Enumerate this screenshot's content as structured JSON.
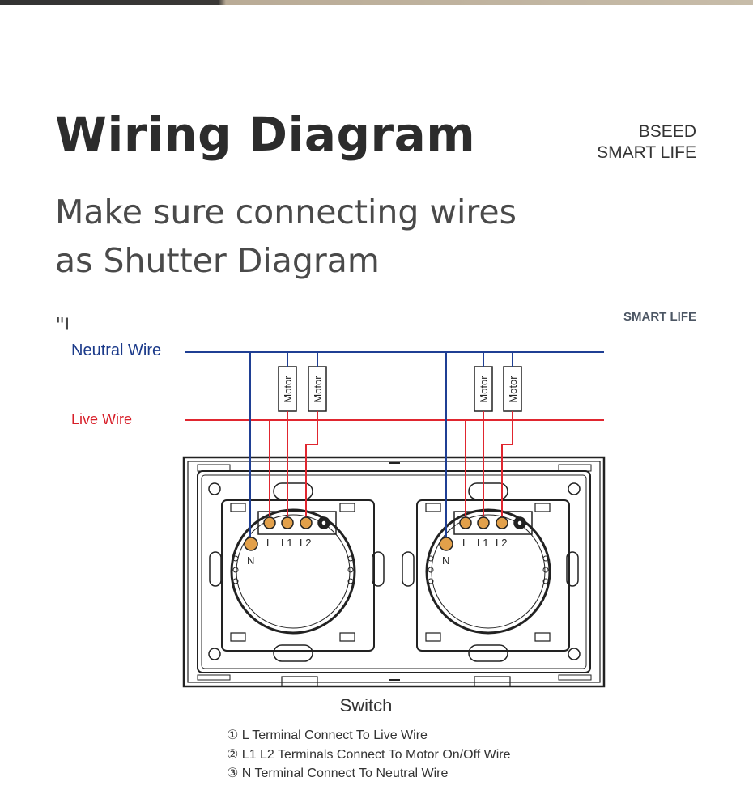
{
  "header": {
    "title": "Wiring Diagram",
    "brand_line1": "BSEED",
    "brand_line2": "SMART LIFE"
  },
  "subtitle": {
    "line1": "Make sure connecting wires",
    "line2": "as Shutter Diagram"
  },
  "diagram": {
    "corner_mark": "ᴵᴵǀ",
    "smart_life_tag": "SMART LIFE",
    "neutral_label": "Neutral Wire",
    "live_label": "Live Wire",
    "motor_label": "Motor",
    "terminal_l": "L",
    "terminal_l1": "L1",
    "terminal_l2": "L2",
    "terminal_n": "N",
    "switch_label": "Switch",
    "colors": {
      "neutral": "#1f3f94",
      "live": "#e0262f",
      "label_neutral": "#1b3a8a",
      "label_live": "#d71f29",
      "terminal": "#e2a04a"
    }
  },
  "legend": {
    "item1": "① L Terminal Connect To Live Wire",
    "item2": "② L1 L2 Terminals Connect To Motor On/Off Wire",
    "item3": "③ N Terminal Connect To Neutral Wire"
  }
}
